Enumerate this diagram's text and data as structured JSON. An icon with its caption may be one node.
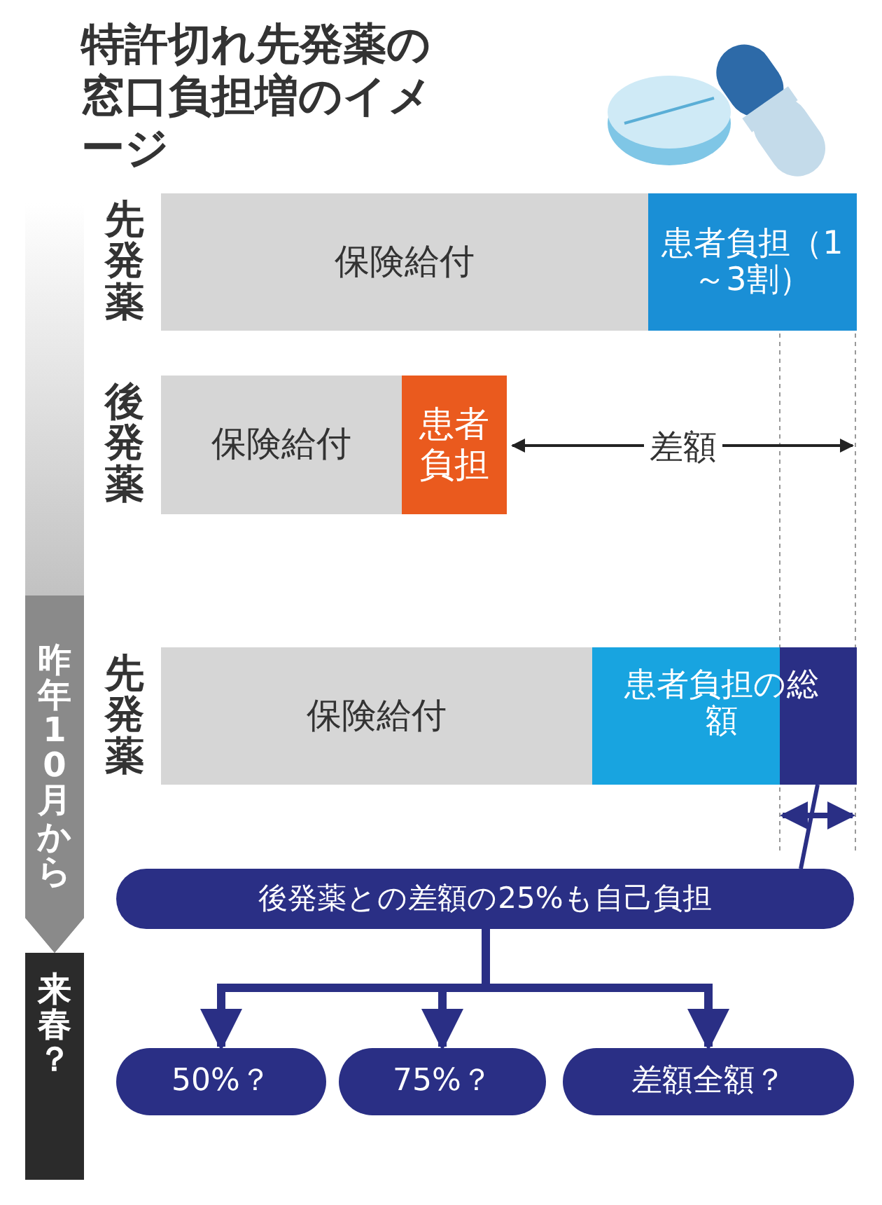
{
  "diagram": {
    "title": "特許切れ先発薬の窓口負担増のイメージ",
    "nodes": [
      {
        "text": [
          "保険給付"
        ]
      },
      {
        "text": [
          "患者負担（1～3割）"
        ]
      },
      {
        "text": [
          "保険給付"
        ]
      },
      {
        "text": [
          "患者負担"
        ]
      },
      {
        "text": [
          "保険給付"
        ]
      },
      {
        "text": [
          "患者負担の総額"
        ]
      },
      {
        "text": [],
        "shape": "bar",
        "in": 5
      },
      {
        "text": [
          "後発薬との差額の25%も自己負担"
        ]
      },
      {
        "text": [
          "50%？"
        ]
      },
      {
        "text": [
          "75%？"
        ]
      },
      {
        "text": [
          "差額全額？"
        ]
      },
      {
        "text": [
          "昨年10月から"
        ]
      },
      {
        "text": [
          "来春？"
        ]
      }
    ],
    "edges": [
      {
        "from": 7,
        "to": 6,
        "arrow": "none"
      },
      {
        "from": 7,
        "to": 8,
        "arrow": "to"
      },
      {
        "from": 7,
        "to": 9,
        "arrow": "to"
      },
      {
        "from": 7,
        "to": 10,
        "arrow": "to"
      }
    ],
    "labels": [
      "先発薬",
      "後発薬",
      "差額",
      "先発薬"
    ]
  }
}
